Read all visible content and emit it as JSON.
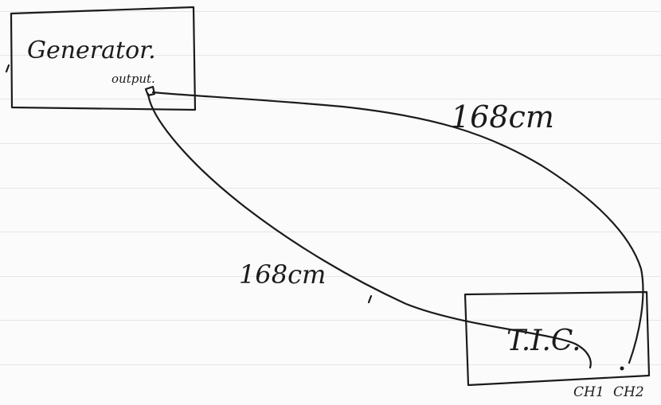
{
  "generator": {
    "label": "Generator.",
    "port_label": "output."
  },
  "cables": {
    "upper_length": "168cm",
    "lower_length": "168cm"
  },
  "tic": {
    "label": "T.I.C.",
    "ch1_label": "CH1",
    "ch2_label": "CH2"
  }
}
